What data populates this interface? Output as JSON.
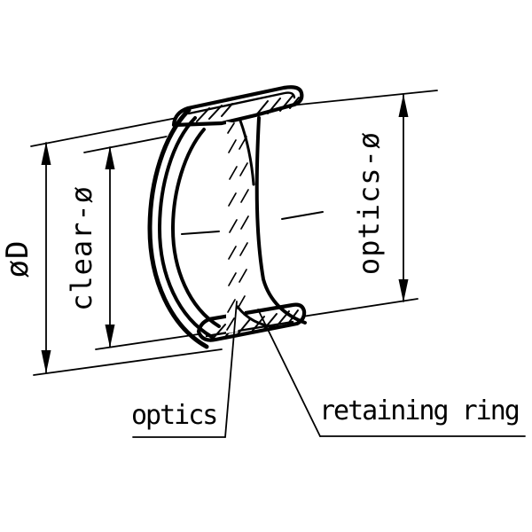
{
  "drawing": {
    "background_color": "#ffffff",
    "line_color": "#000000",
    "dimension_labels": {
      "outer_diameter": "øD",
      "clear_aperture": "clear-ø",
      "optics_diameter": "optics-ø"
    },
    "part_labels": {
      "optics": "optics",
      "retaining_ring": "retaining ring"
    }
  }
}
